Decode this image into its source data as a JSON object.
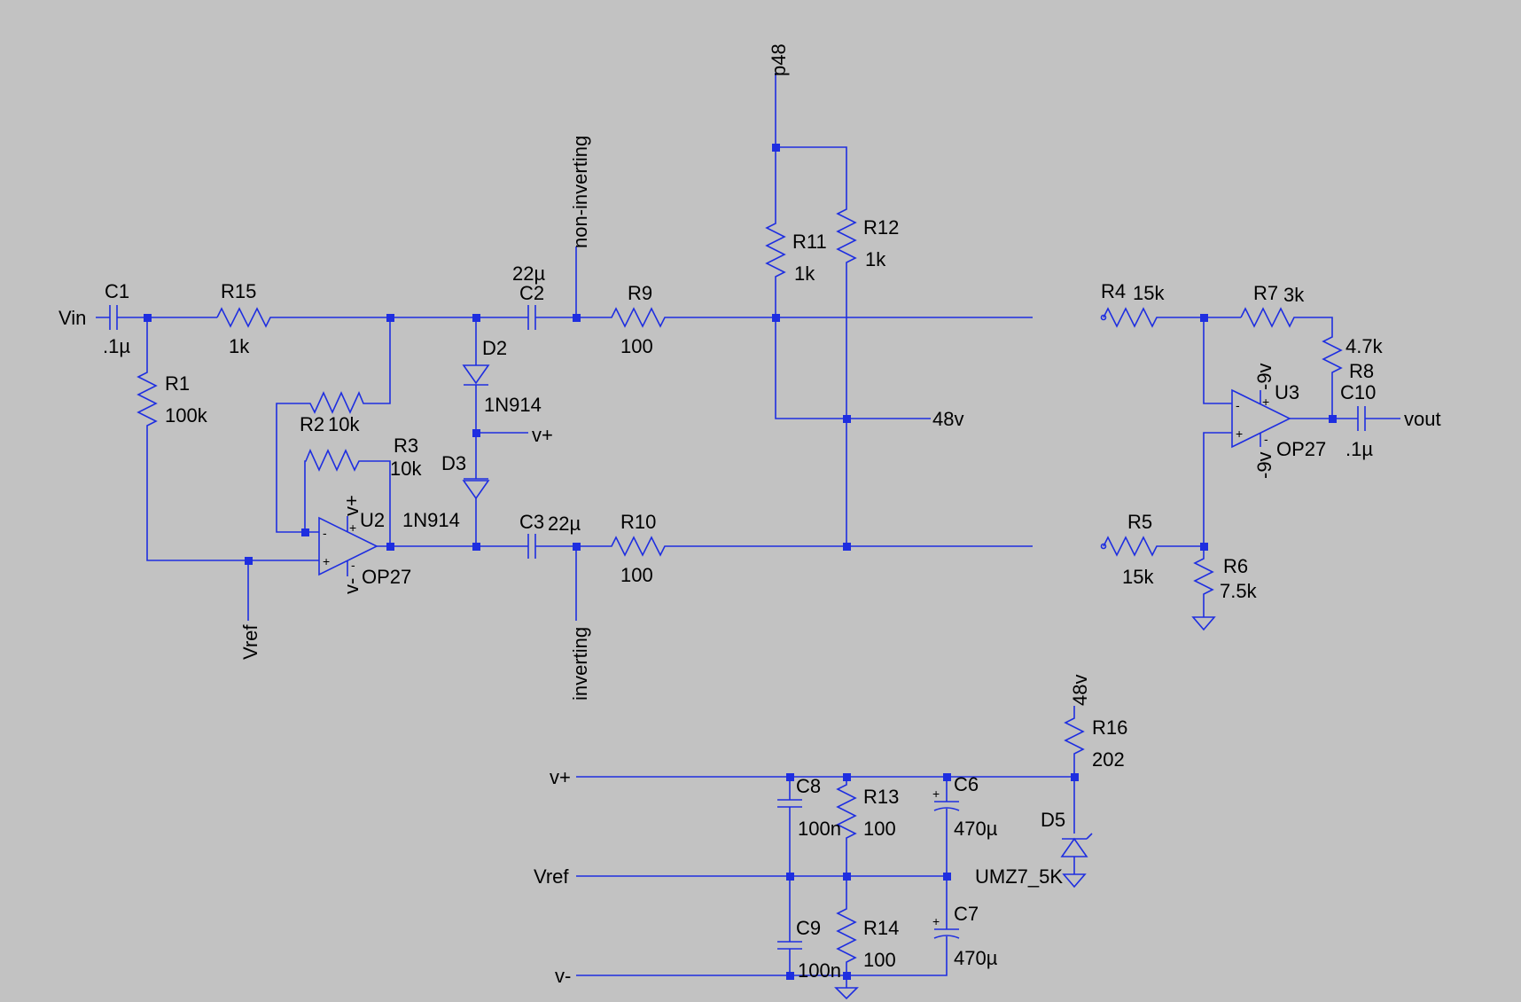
{
  "components": {
    "C1": {
      "ref": "C1",
      "value": ".1µ"
    },
    "R15": {
      "ref": "R15",
      "value": "1k"
    },
    "R1": {
      "ref": "R1",
      "value": "100k"
    },
    "R2": {
      "ref": "R2",
      "value": "10k"
    },
    "R3": {
      "ref": "R3",
      "value": "10k"
    },
    "U2": {
      "ref": "U2",
      "value": "OP27"
    },
    "D2": {
      "ref": "D2",
      "value": "1N914"
    },
    "D3": {
      "ref": "D3",
      "value": "1N914"
    },
    "C2": {
      "ref": "C2",
      "value": "22µ"
    },
    "C3": {
      "ref": "C3",
      "value": "22µ"
    },
    "R9": {
      "ref": "R9",
      "value": "100"
    },
    "R10": {
      "ref": "R10",
      "value": "100"
    },
    "R11": {
      "ref": "R11",
      "value": "1k"
    },
    "R12": {
      "ref": "R12",
      "value": "1k"
    },
    "R4": {
      "ref": "R4",
      "value": "15k"
    },
    "R5": {
      "ref": "R5",
      "value": "15k"
    },
    "R6": {
      "ref": "R6",
      "value": "7.5k"
    },
    "R7": {
      "ref": "R7",
      "value": "3k"
    },
    "R8": {
      "ref": "R8",
      "value": "4.7k"
    },
    "C10": {
      "ref": "C10",
      "value": ".1µ"
    },
    "U3": {
      "ref": "U3",
      "value": "OP27"
    },
    "C8": {
      "ref": "C8",
      "value": "100n"
    },
    "C9": {
      "ref": "C9",
      "value": "100n"
    },
    "R13": {
      "ref": "R13",
      "value": "100"
    },
    "R14": {
      "ref": "R14",
      "value": "100"
    },
    "C6": {
      "ref": "C6",
      "value": "470µ"
    },
    "C7": {
      "ref": "C7",
      "value": "470µ"
    },
    "R16": {
      "ref": "R16",
      "value": "202"
    },
    "D5": {
      "ref": "D5",
      "value": "UMZ7_5K"
    }
  },
  "nets": {
    "vin": "Vin",
    "vref": "Vref",
    "non_inverting": "non-inverting",
    "inverting": "inverting",
    "p48": "p48",
    "v48": "48v",
    "vplus": "v+",
    "vminus": "v-",
    "vout": "vout",
    "neg9": "-9v"
  },
  "pins": {
    "plus": "+",
    "minus": "-"
  },
  "colors": {
    "background": "#c2c2c2",
    "wire": "#1e2ee0",
    "text": "#000000"
  }
}
